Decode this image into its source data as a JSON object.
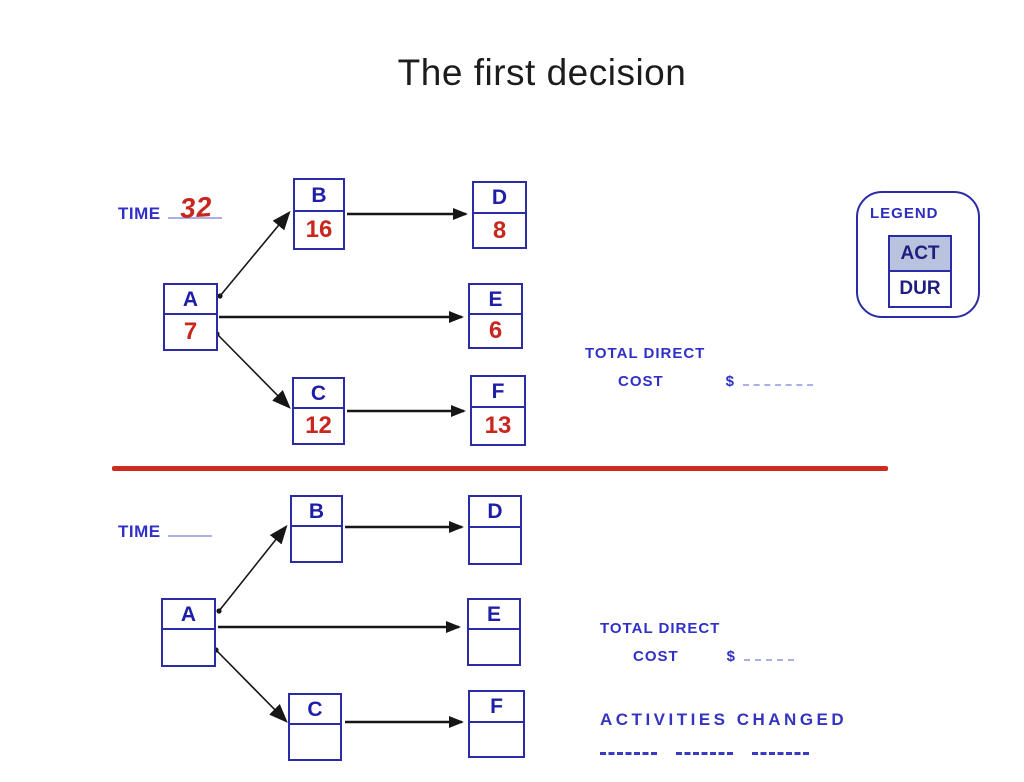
{
  "title": "The first decision",
  "legend": {
    "title": "LEGEND",
    "act_label": "ACT",
    "dur_label": "DUR"
  },
  "top_diagram": {
    "time_label": "TIME",
    "time_value": "32",
    "total_direct_label": "TOTAL DIRECT",
    "cost_label": "COST",
    "dollar_sign": "$",
    "nodes": [
      {
        "act": "A",
        "dur": "7"
      },
      {
        "act": "B",
        "dur": "16"
      },
      {
        "act": "C",
        "dur": "12"
      },
      {
        "act": "D",
        "dur": "8"
      },
      {
        "act": "E",
        "dur": "6"
      },
      {
        "act": "F",
        "dur": "13"
      }
    ],
    "edges": [
      {
        "from": "A",
        "to": "B"
      },
      {
        "from": "A",
        "to": "E"
      },
      {
        "from": "A",
        "to": "C"
      },
      {
        "from": "B",
        "to": "D"
      },
      {
        "from": "C",
        "to": "F"
      }
    ]
  },
  "bottom_diagram": {
    "time_label": "TIME",
    "time_value": "",
    "total_direct_label": "TOTAL DIRECT",
    "cost_label": "COST",
    "dollar_sign": "$",
    "activities_changed_label": "ACTIVITIES CHANGED",
    "nodes": [
      {
        "act": "A",
        "dur": ""
      },
      {
        "act": "B",
        "dur": ""
      },
      {
        "act": "C",
        "dur": ""
      },
      {
        "act": "D",
        "dur": ""
      },
      {
        "act": "E",
        "dur": ""
      },
      {
        "act": "F",
        "dur": ""
      }
    ],
    "edges": [
      {
        "from": "A",
        "to": "B"
      },
      {
        "from": "A",
        "to": "E"
      },
      {
        "from": "A",
        "to": "C"
      },
      {
        "from": "B",
        "to": "D"
      },
      {
        "from": "C",
        "to": "F"
      }
    ]
  },
  "colors": {
    "label_blue": "#3030c8",
    "node_letter_blue": "#1e1ea6",
    "value_red": "#c8261e",
    "box_border_blue": "#2b2ba6",
    "underline_light_blue": "#a8b0e4",
    "divider_red": "#ce2a20",
    "legend_act_background": "#b9c3de",
    "arrow_black": "#161616"
  }
}
